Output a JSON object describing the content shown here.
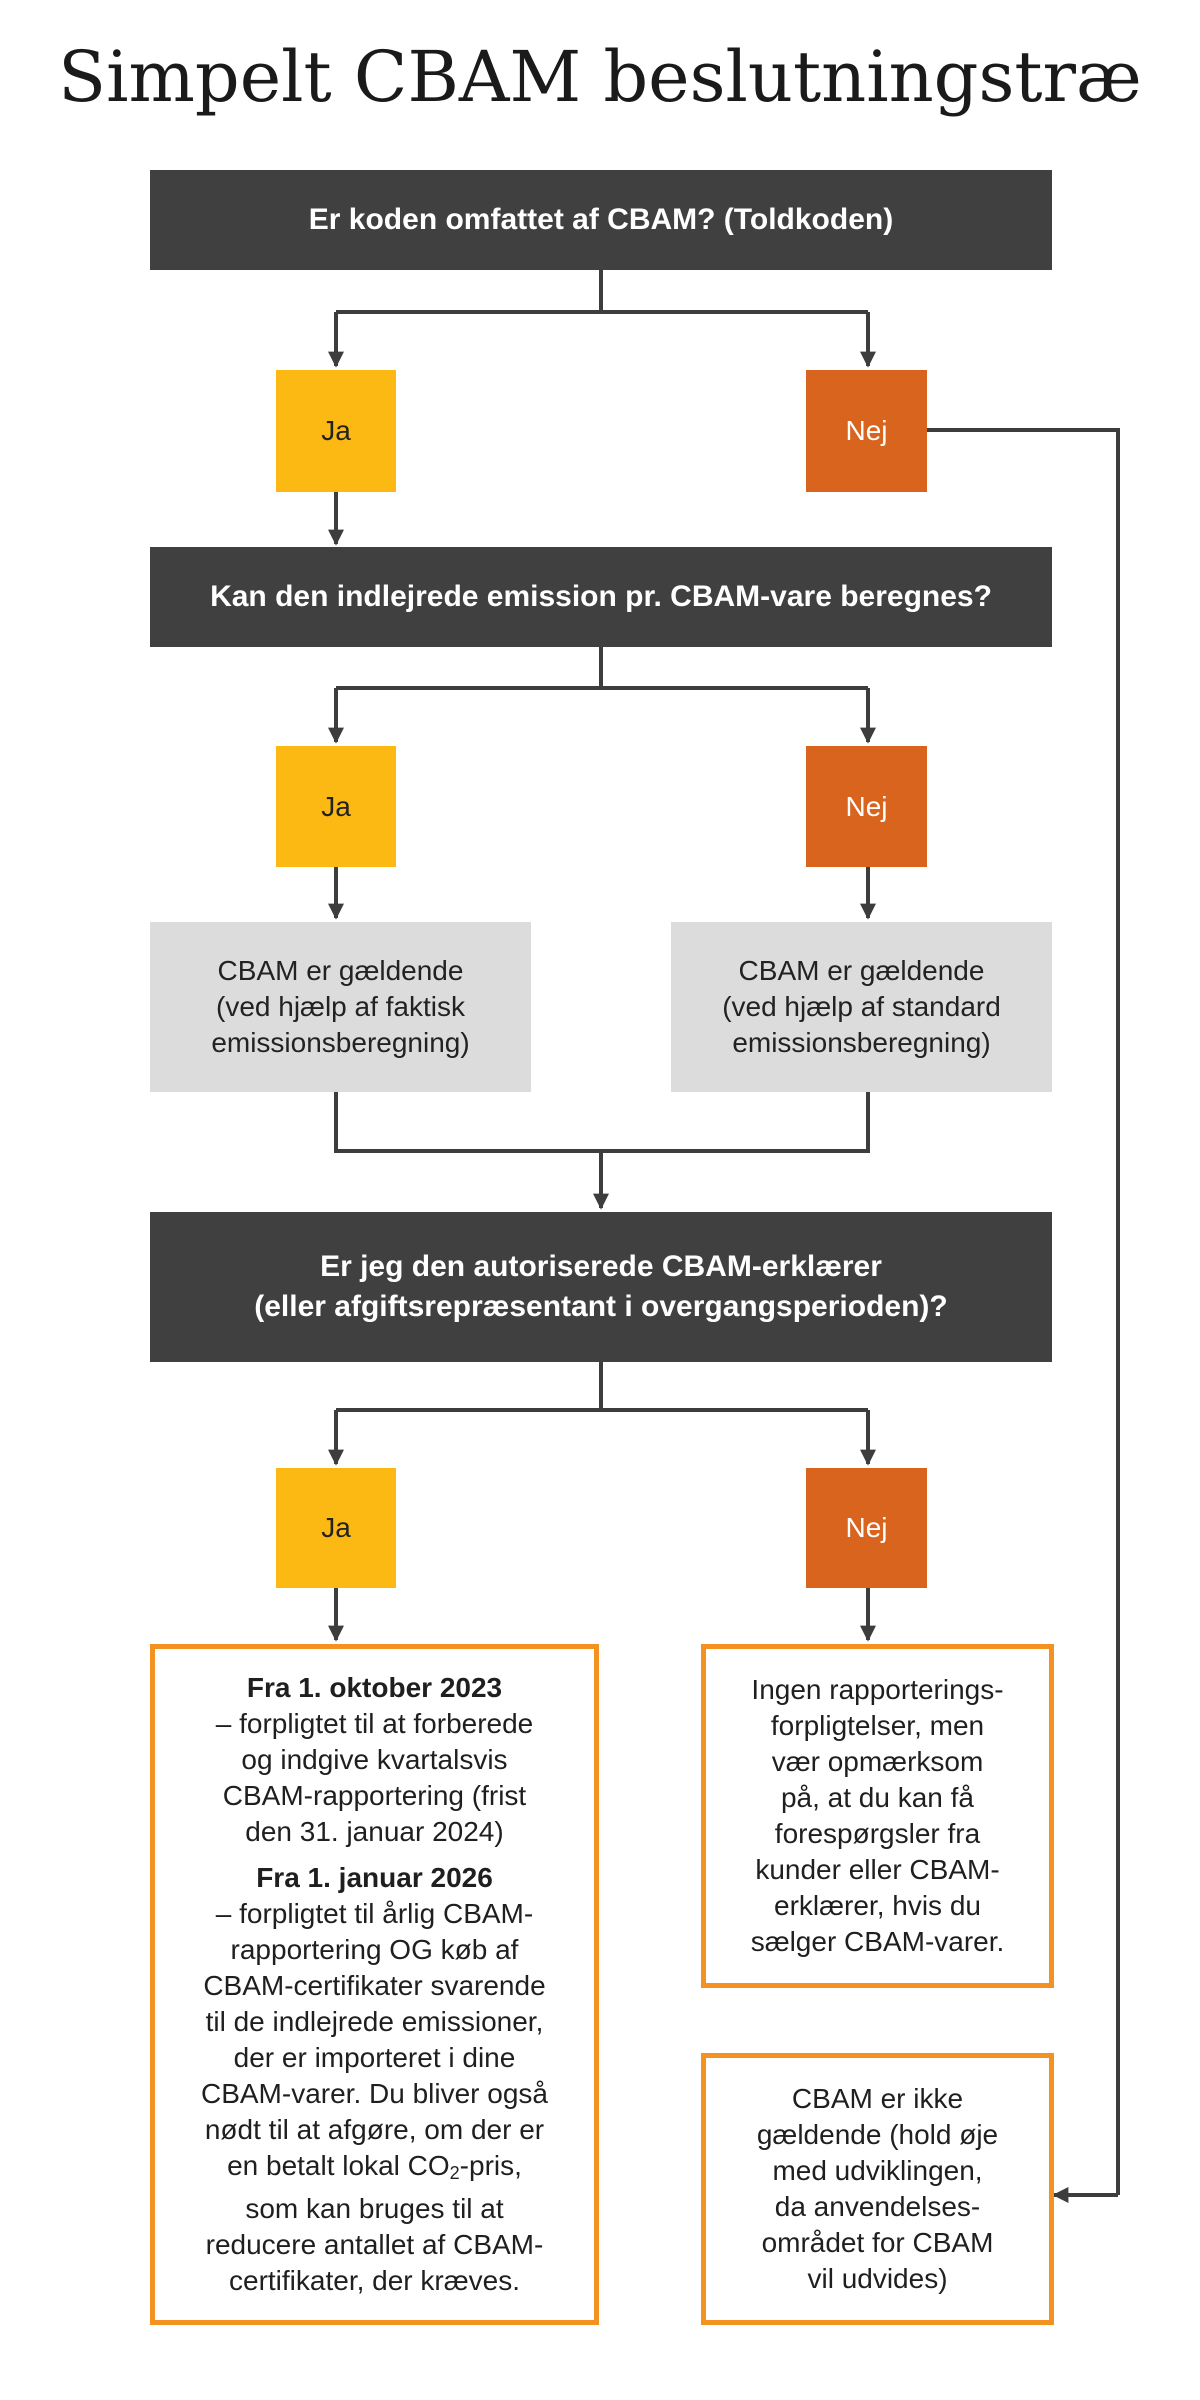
{
  "title": "Simpelt CBAM beslutningstræ",
  "questions": {
    "q1": "Er koden omfattet af CBAM? (Toldkoden)",
    "q2": "Kan den indlejrede emission pr. CBAM-vare beregnes?",
    "q3_line1": "Er jeg den autoriserede CBAM-erklærer",
    "q3_line2": "(eller afgiftsrepræsentant i overgangsperioden)?"
  },
  "answers": {
    "yes": "Ja",
    "no": "Nej"
  },
  "results": {
    "actual": {
      "line1": "CBAM er gældende",
      "line2": "(ved hjælp af faktisk",
      "line3": "emissionsberegning)"
    },
    "standard": {
      "line1": "CBAM er gældende",
      "line2": "(ved hjælp af standard",
      "line3": "emissionsberegning)"
    },
    "declarant": {
      "heading1": "Fra 1. oktober 2023",
      "text1_line1": "– forpligtet til at forberede",
      "text1_line2": "og indgive kvartalsvis",
      "text1_line3": "CBAM-rapportering (frist",
      "text1_line4": "den 31. januar 2024)",
      "heading2": "Fra 1. januar 2026",
      "text2_line1": "– forpligtet til årlig CBAM-",
      "text2_line2": "rapportering OG køb af",
      "text2_line3": "CBAM-certifikater svarende",
      "text2_line4": "til de indlejrede emissioner,",
      "text2_line5": "der er importeret i dine",
      "text2_line6": "CBAM-varer. Du bliver også",
      "text2_line7": "nødt til at afgøre, om der er",
      "text2_line8_pre": "en betalt lokal CO",
      "text2_line8_sub": "2",
      "text2_line8_post": "-pris,",
      "text2_line9": "som kan bruges til at",
      "text2_line10": "reducere antallet af CBAM-",
      "text2_line11": "certifikater, der kræves."
    },
    "no_reporting": {
      "line1": "Ingen rapporterings-",
      "line2": "forpligtelser, men",
      "line3": "vær opmærksom",
      "line4": "på, at du kan få",
      "line5": "forespørgsler fra",
      "line6": "kunder eller CBAM-",
      "line7": "erklærer, hvis du",
      "line8": "sælger CBAM-varer."
    },
    "not_applicable": {
      "line1": "CBAM er ikke",
      "line2": "gældende (hold øje",
      "line3": "med udviklingen,",
      "line4": "da anvendelses-",
      "line5": "området for CBAM",
      "line6": "vil udvides)"
    }
  },
  "colors": {
    "question_bg": "#404041",
    "yes_bg": "#fdb913",
    "no_bg": "#d9641e",
    "grey_result_bg": "#dcdcdd",
    "orange_border": "#f39121",
    "connector": "#3d3d3d"
  }
}
